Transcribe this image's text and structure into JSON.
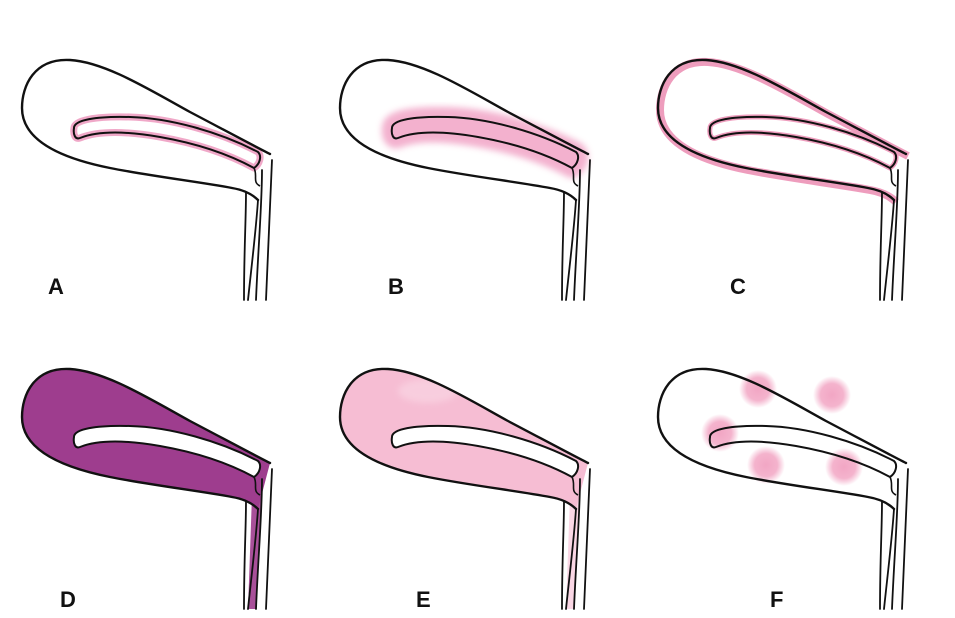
{
  "figure": {
    "panels": [
      {
        "label": "A",
        "pattern": "thin-endometrial-line",
        "fill": "#f0a8c8"
      },
      {
        "label": "B",
        "pattern": "thick-endometrial-band",
        "fill": "#f2a9c9"
      },
      {
        "label": "C",
        "pattern": "thin-peripheral-rim",
        "fill": "#ee9dbd"
      },
      {
        "label": "D",
        "pattern": "diffuse-dense",
        "fill": "#9e3d8e"
      },
      {
        "label": "E",
        "pattern": "diffuse-light",
        "fill": "#f6bdd3"
      },
      {
        "label": "F",
        "pattern": "multifocal-spots",
        "fill": "#f2a6c4"
      }
    ],
    "outline_color": "#111111"
  }
}
